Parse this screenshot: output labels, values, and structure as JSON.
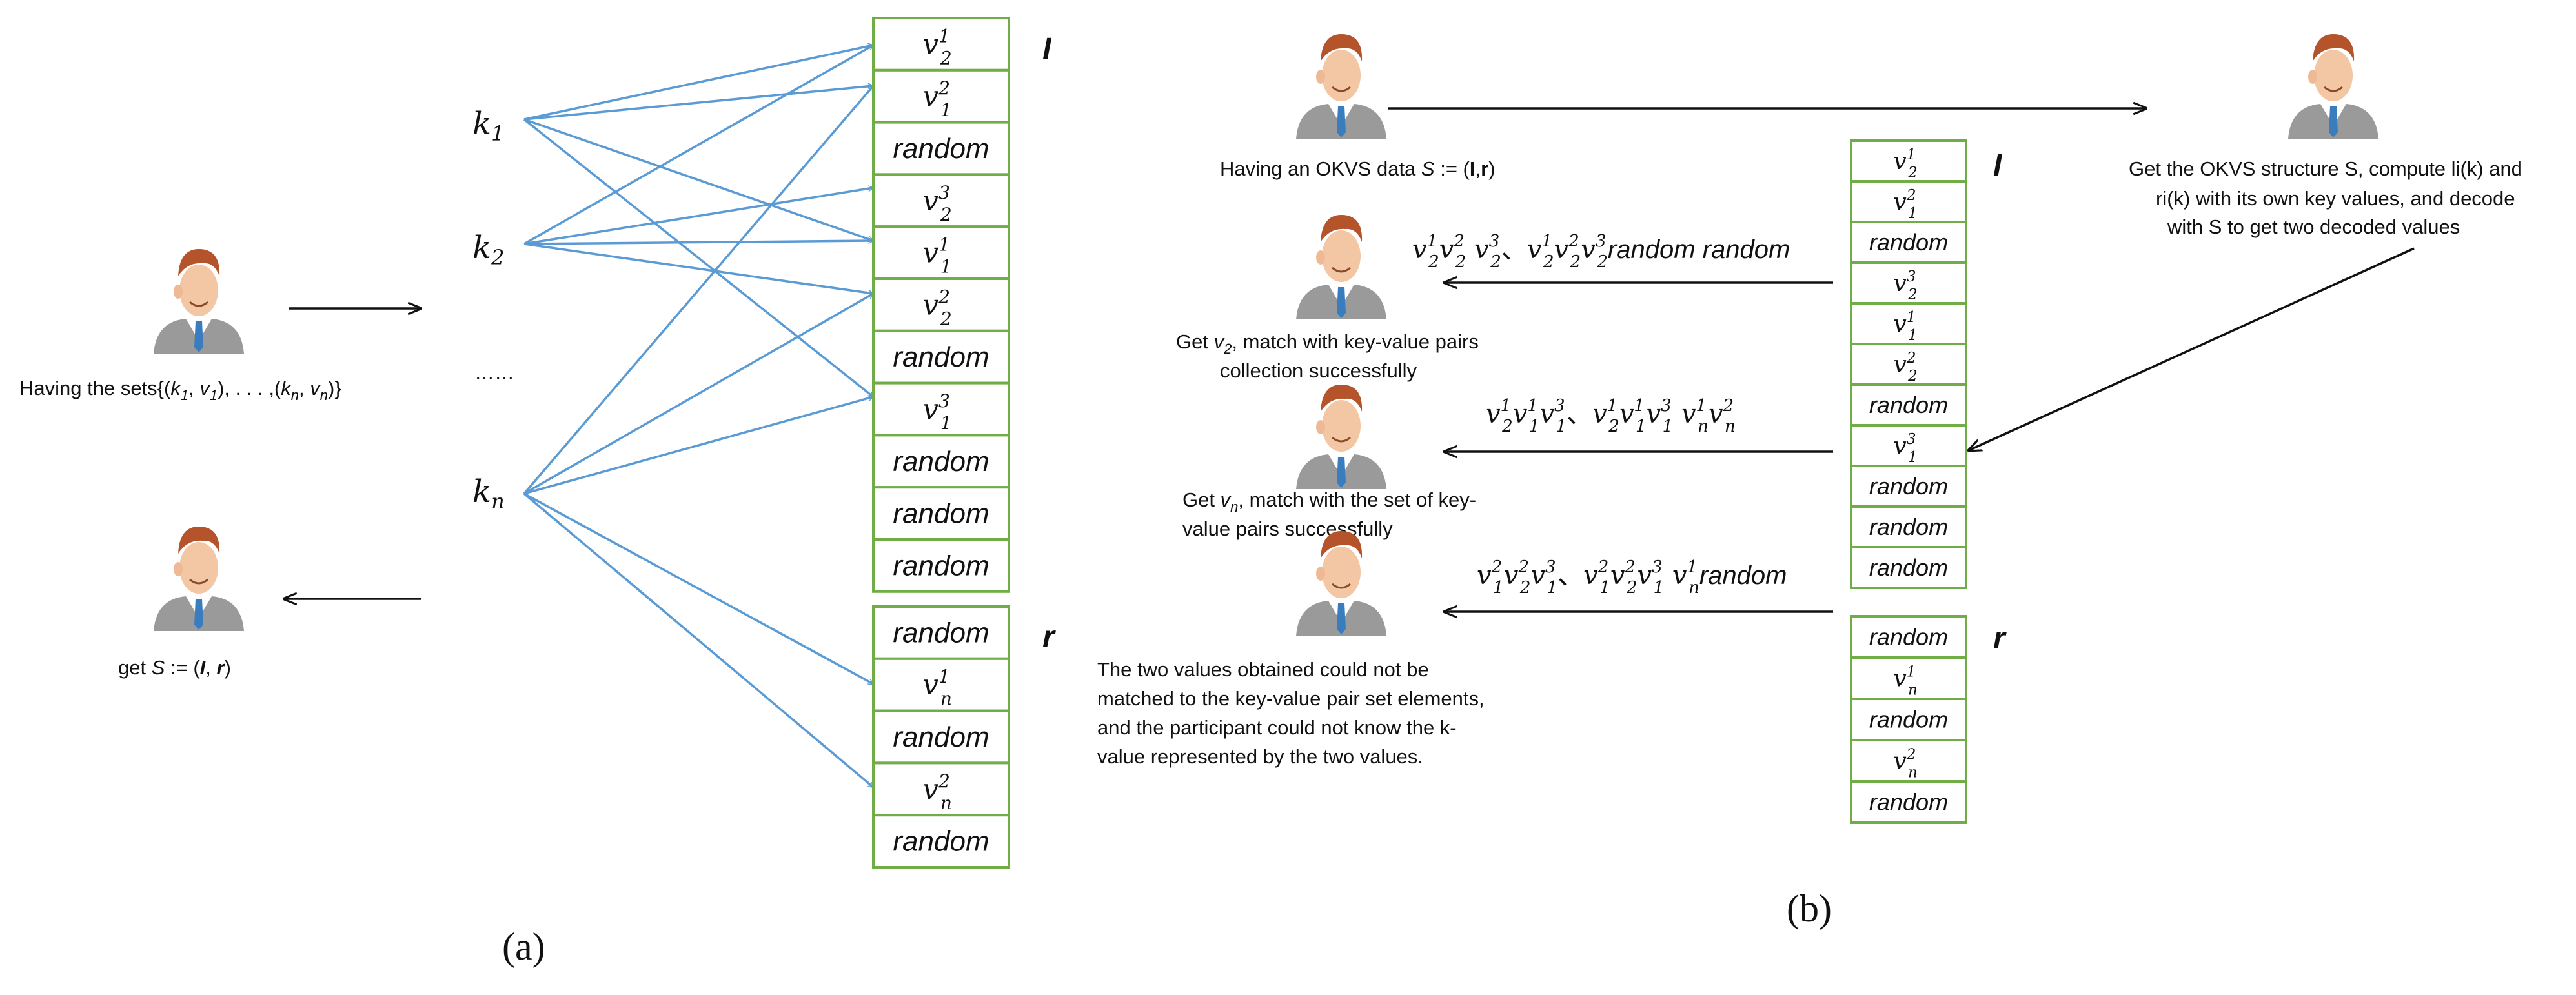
{
  "panel_a": {
    "label": "(a)",
    "caption_sets": "Having the sets{(k1, v1), . . . ,(kn, vn)}",
    "caption_get": "get S := (I, r)",
    "keys": [
      "k1",
      "k2",
      "kn"
    ],
    "ellipsis": "……",
    "label_I": "I",
    "label_r": "r",
    "I_cells": [
      "v2^1",
      "v1^2",
      "random",
      "v2^3",
      "v1^1",
      "v2^2",
      "random",
      "v1^3",
      "random",
      "random",
      "random"
    ],
    "r_cells": [
      "random",
      "vn^1",
      "random",
      "vn^2",
      "random"
    ]
  },
  "panel_b": {
    "label": "(b)",
    "caption_having_data": "Having an OKVS data   S := (I,r)",
    "caption_server": [
      "Get the OKVS structure S, compute li(k) and",
      "ri(k) with its own key values, and decode",
      "with S to get two decoded values"
    ],
    "caption_v2": [
      "Get v2, match with key-value pairs",
      "collection successfully"
    ],
    "caption_vn": [
      "Get vn, match with the set of key-",
      "value pairs successfully"
    ],
    "caption_fail": [
      "The two values obtained could not be",
      "matched to the key-value pair set elements,",
      "and the participant could not know the k-",
      "value represented by the two values."
    ],
    "msg1": "v2^1 v2^2 v2^3 、v2^1 v2^2 v2^3 random random",
    "msg2": "v2^1 v1^1 v1^3 、v2^1 v1^1 v1^3 vn^1 vn^2",
    "msg3": "v1^2 v2^2 v1^3 、v1^2 v2^2 v1^3 vn^1 random",
    "label_I": "I",
    "label_r": "r",
    "I_cells": [
      "v2^1",
      "v1^2",
      "random",
      "v2^3",
      "v1^1",
      "v2^2",
      "random",
      "v1^3",
      "random",
      "random",
      "random"
    ],
    "r_cells": [
      "random",
      "vn^1",
      "random",
      "vn^2",
      "random"
    ]
  },
  "colors": {
    "cell_border": "#70ad47",
    "mapping_arrow": "#5b9bd5",
    "flow_arrow": "#111111"
  },
  "icons": [
    "person-icon"
  ]
}
